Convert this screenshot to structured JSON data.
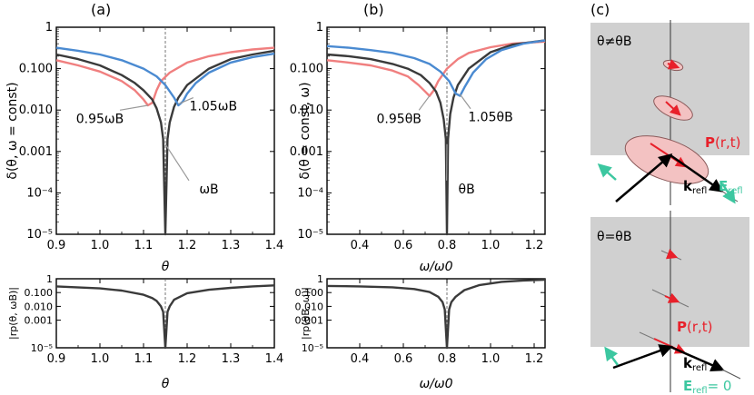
{
  "colors": {
    "central": "#3a3a3a",
    "red": "#f07f7f",
    "blue": "#4a8ad1",
    "panel_gray": "#d0d0d0",
    "arrow_red": "#e8202a",
    "green": "#3cc7a0",
    "ellipse_fill": "#f3c2c2",
    "ellipse_stroke": "#8a5a5a"
  },
  "panel_labels": {
    "a": "(a)",
    "b": "(b)",
    "c": "(c)"
  },
  "chart_data": [
    {
      "id": "a-top",
      "type": "line",
      "xlabel": "θ",
      "ylabel": "δ(θ, ω = const)",
      "xlim": [
        0.9,
        1.4
      ],
      "ylim": [
        1e-05,
        1
      ],
      "yscale": "log",
      "xticks": [
        "0.9",
        "1.0",
        "1.1",
        "1.2",
        "1.3",
        "1.4"
      ],
      "yticks": [
        "10⁻⁵",
        "10⁻⁴",
        "0.001",
        "0.010",
        "0.100",
        "1"
      ],
      "dashed_x": 1.15,
      "series": [
        {
          "name": "0.95ω_B",
          "label": "0.95ωB",
          "color": "red",
          "x": [
            0.9,
            0.95,
            1.0,
            1.05,
            1.08,
            1.1,
            1.11,
            1.12,
            1.13,
            1.14,
            1.16,
            1.2,
            1.25,
            1.3,
            1.35,
            1.4
          ],
          "y": [
            0.16,
            0.12,
            0.085,
            0.05,
            0.03,
            0.018,
            0.013,
            0.015,
            0.03,
            0.05,
            0.08,
            0.14,
            0.2,
            0.25,
            0.29,
            0.32
          ]
        },
        {
          "name": "ω_B",
          "label": "ωB",
          "color": "central",
          "x": [
            0.9,
            0.95,
            1.0,
            1.05,
            1.08,
            1.1,
            1.12,
            1.13,
            1.14,
            1.145,
            1.15,
            1.155,
            1.16,
            1.17,
            1.18,
            1.2,
            1.25,
            1.3,
            1.35,
            1.4
          ],
          "y": [
            0.22,
            0.17,
            0.12,
            0.07,
            0.045,
            0.03,
            0.018,
            0.011,
            0.005,
            0.002,
            1e-05,
            0.002,
            0.005,
            0.012,
            0.02,
            0.04,
            0.1,
            0.17,
            0.22,
            0.27
          ]
        },
        {
          "name": "1.05ω_B",
          "label": "1.05ωB",
          "color": "blue",
          "x": [
            0.9,
            0.95,
            1.0,
            1.05,
            1.1,
            1.13,
            1.15,
            1.17,
            1.18,
            1.19,
            1.2,
            1.22,
            1.25,
            1.3,
            1.35,
            1.4
          ],
          "y": [
            0.32,
            0.27,
            0.22,
            0.16,
            0.1,
            0.065,
            0.04,
            0.02,
            0.013,
            0.016,
            0.025,
            0.045,
            0.08,
            0.14,
            0.19,
            0.23
          ]
        }
      ],
      "annotations": [
        {
          "text": "0.95ωB",
          "x": 1.0,
          "y": 0.006,
          "tx": 1.11,
          "ty": 0.013
        },
        {
          "text": "1.05ωB",
          "x": 1.26,
          "y": 0.012,
          "tx": 1.18,
          "ty": 0.014
        },
        {
          "text": "ωB",
          "x": 1.25,
          "y": 0.00012,
          "tx": 1.15,
          "ty": 0.0015
        }
      ]
    },
    {
      "id": "a-bottom",
      "type": "line",
      "xlabel": "θ",
      "ylabel": "|rp(θ, ωB)|",
      "xlim": [
        0.9,
        1.4
      ],
      "ylim": [
        1e-05,
        1
      ],
      "yscale": "log",
      "xticks": [
        "0.9",
        "1.0",
        "1.1",
        "1.2",
        "1.3",
        "1.4"
      ],
      "yticks": [
        "10⁻⁵",
        "0.001",
        "0.010",
        "0.100",
        "1"
      ],
      "dashed_x": 1.15,
      "series": [
        {
          "name": "|rp|",
          "color": "central",
          "x": [
            0.9,
            1.0,
            1.05,
            1.1,
            1.12,
            1.13,
            1.14,
            1.145,
            1.15,
            1.155,
            1.16,
            1.17,
            1.2,
            1.25,
            1.3,
            1.35,
            1.4
          ],
          "y": [
            0.28,
            0.2,
            0.14,
            0.07,
            0.04,
            0.025,
            0.01,
            0.004,
            1e-05,
            0.004,
            0.01,
            0.03,
            0.09,
            0.16,
            0.22,
            0.28,
            0.33
          ]
        }
      ]
    },
    {
      "id": "b-top",
      "type": "line",
      "xlabel": "ω/ω0",
      "ylabel": "δ(θ = const, ω)",
      "xlim": [
        0.25,
        1.25
      ],
      "ylim": [
        1e-05,
        1
      ],
      "yscale": "log",
      "xticks": [
        "0.4",
        "0.6",
        "0.8",
        "1.0",
        "1.2"
      ],
      "xtick_values": [
        0.4,
        0.6,
        0.8,
        1.0,
        1.2
      ],
      "yticks": [
        "10⁻⁵",
        "10⁻⁴",
        "0.001",
        "0.010",
        "0.100",
        "1"
      ],
      "dashed_x": 0.8,
      "series": [
        {
          "name": "0.95θ_B",
          "label": "0.95θB",
          "color": "red",
          "x": [
            0.25,
            0.35,
            0.45,
            0.55,
            0.62,
            0.67,
            0.7,
            0.72,
            0.74,
            0.76,
            0.8,
            0.85,
            0.9,
            1.0,
            1.1,
            1.25
          ],
          "y": [
            0.16,
            0.14,
            0.12,
            0.09,
            0.065,
            0.04,
            0.028,
            0.022,
            0.03,
            0.05,
            0.1,
            0.17,
            0.24,
            0.33,
            0.4,
            0.45
          ]
        },
        {
          "name": "θ_B",
          "label": "θB",
          "color": "central",
          "x": [
            0.25,
            0.35,
            0.45,
            0.55,
            0.62,
            0.68,
            0.72,
            0.75,
            0.77,
            0.785,
            0.795,
            0.8,
            0.805,
            0.815,
            0.83,
            0.85,
            0.9,
            1.0,
            1.1,
            1.25
          ],
          "y": [
            0.22,
            0.2,
            0.17,
            0.13,
            0.1,
            0.07,
            0.045,
            0.028,
            0.015,
            0.006,
            0.002,
            1e-05,
            0.002,
            0.008,
            0.02,
            0.04,
            0.1,
            0.25,
            0.38,
            0.48
          ]
        },
        {
          "name": "1.05θ_B",
          "label": "1.05θB",
          "color": "blue",
          "x": [
            0.25,
            0.35,
            0.45,
            0.55,
            0.65,
            0.72,
            0.77,
            0.81,
            0.84,
            0.86,
            0.88,
            0.92,
            0.98,
            1.05,
            1.15,
            1.25
          ],
          "y": [
            0.35,
            0.32,
            0.28,
            0.24,
            0.18,
            0.13,
            0.085,
            0.05,
            0.025,
            0.022,
            0.035,
            0.08,
            0.17,
            0.28,
            0.4,
            0.48
          ]
        }
      ],
      "annotations": [
        {
          "text": "0.95θB",
          "x": 0.58,
          "y": 0.006,
          "tx": 0.72,
          "ty": 0.022
        },
        {
          "text": "1.05θB",
          "x": 1.0,
          "y": 0.0065,
          "tx": 0.86,
          "ty": 0.024
        },
        {
          "text": "θB",
          "x": 0.89,
          "y": 0.00012,
          "tx": 0.8,
          "ty": 0.0015
        }
      ]
    },
    {
      "id": "b-bottom",
      "type": "line",
      "xlabel": "ω/ω0",
      "ylabel": "|rp(θB, ω)|",
      "xlim": [
        0.25,
        1.25
      ],
      "ylim": [
        1e-05,
        1
      ],
      "yscale": "log",
      "xticks": [
        "0.4",
        "0.6",
        "0.8",
        "1.0",
        "1.2"
      ],
      "xtick_values": [
        0.4,
        0.6,
        0.8,
        1.0,
        1.2
      ],
      "yticks": [
        "10⁻⁵",
        "0.001",
        "0.010",
        "0.100",
        "1"
      ],
      "dashed_x": 0.8,
      "series": [
        {
          "name": "|rp|",
          "color": "central",
          "x": [
            0.25,
            0.4,
            0.55,
            0.65,
            0.72,
            0.76,
            0.78,
            0.79,
            0.8,
            0.81,
            0.82,
            0.84,
            0.88,
            0.95,
            1.05,
            1.15,
            1.25
          ],
          "y": [
            0.3,
            0.28,
            0.24,
            0.18,
            0.11,
            0.05,
            0.02,
            0.006,
            1e-05,
            0.006,
            0.02,
            0.05,
            0.15,
            0.35,
            0.6,
            0.75,
            0.85
          ]
        }
      ]
    }
  ],
  "diagram": {
    "top_label": "θ≠θB",
    "bottom_label": "θ=θB",
    "P_label": "P",
    "P_args": "(r,t)",
    "k_label": "k",
    "k_sub": "refl",
    "E_label": "E",
    "E_sub": "refl",
    "E_zero": "= 0"
  }
}
